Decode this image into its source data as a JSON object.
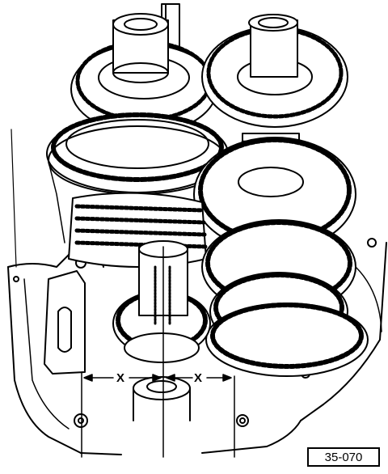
{
  "diagram": {
    "figure_ref": "35-070",
    "dimension_labels": [
      "X",
      "X"
    ],
    "colors": {
      "ink": "#000000",
      "paper": "#ffffff"
    }
  }
}
